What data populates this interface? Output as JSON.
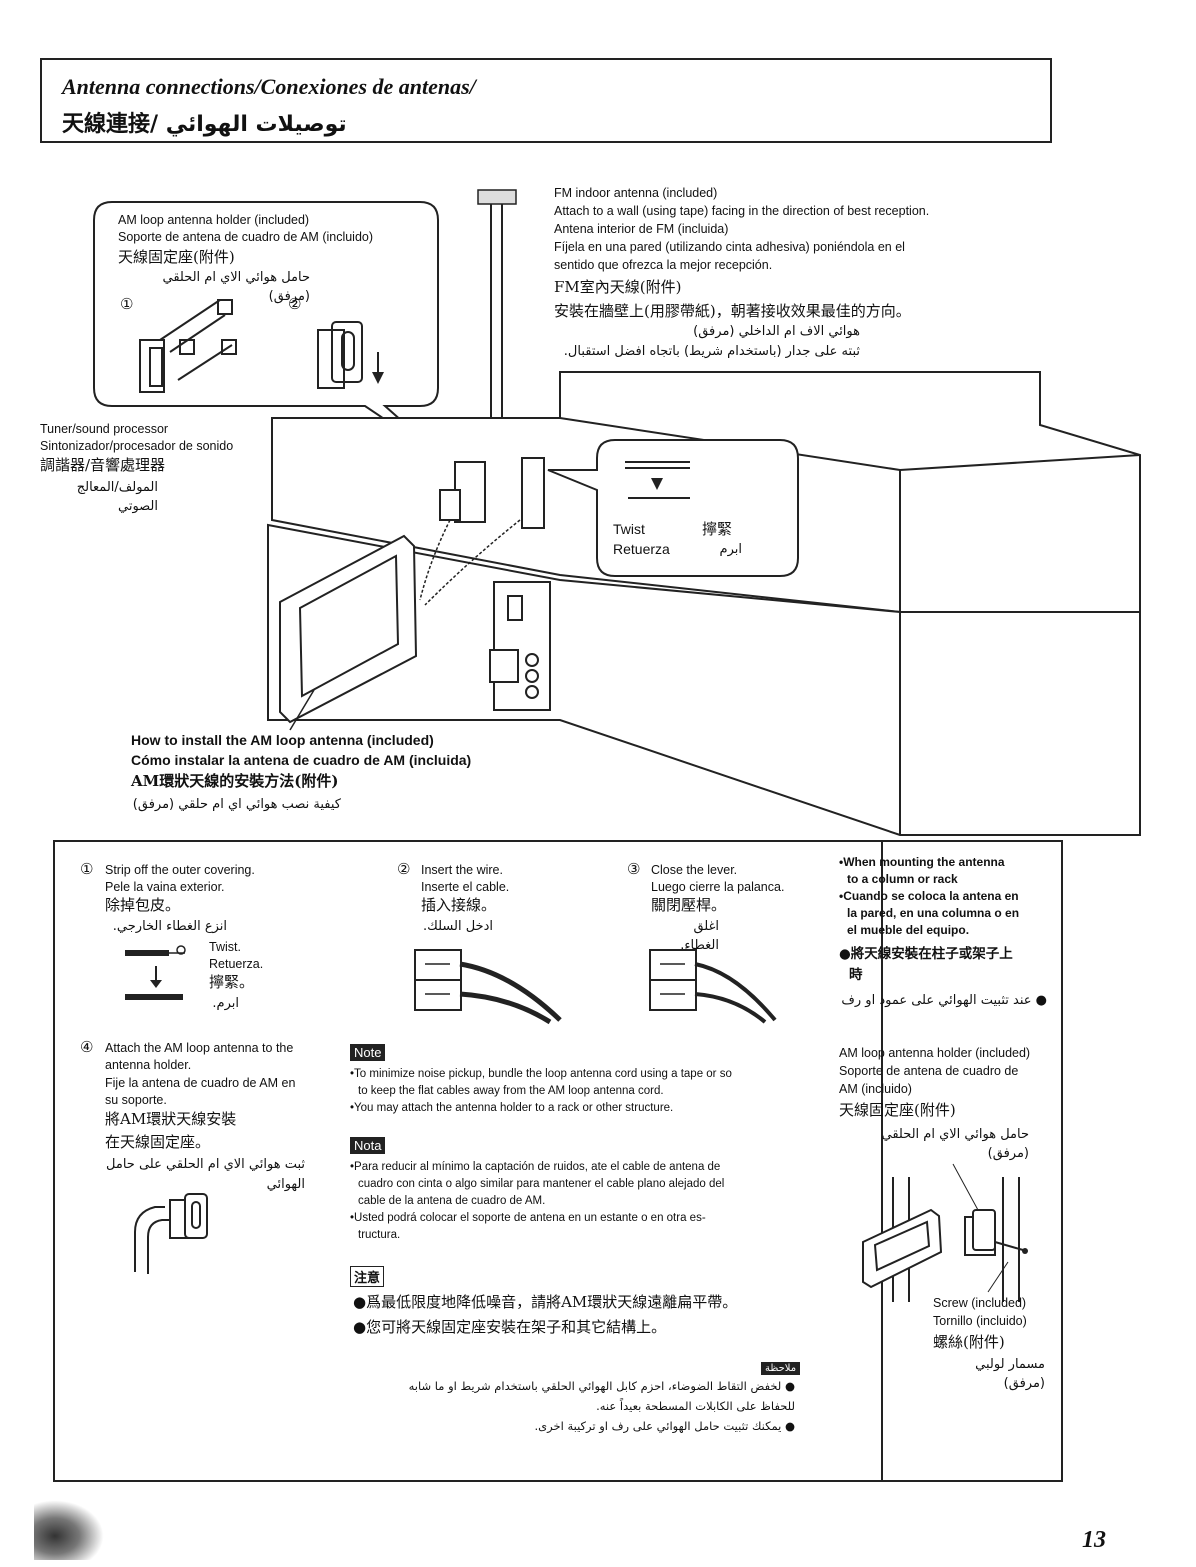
{
  "title": {
    "en": "Antenna connections/Conexiones de antenas/",
    "zh_ar": "天線連接/ توصيلات الهوائي"
  },
  "am_holder": {
    "en": "AM loop antenna holder (included)",
    "es": "Soporte de antena de cuadro de AM (incluido)",
    "zh": "天線固定座(附件)",
    "ar": "حامل هوائي الاي ام الحلقي (مرفق)",
    "step1": "①",
    "step2": "②"
  },
  "fm": {
    "en1": "FM indoor antenna (included)",
    "en2": "Attach to a wall (using tape) facing in the direction of best reception.",
    "es1": "Antena interior de FM (incluida)",
    "es2": "Fíjela en una pared (utilizando cinta adhesiva) poniéndola en el",
    "es3": "sentido que ofrezca la mejor recepción.",
    "zh1": "FM室內天線(附件)",
    "zh2": "安裝在牆壁上(用膠帶紙)，朝著接收效果最佳的方向。",
    "ar1": "هوائي الاف ام الداخلي (مرفق)",
    "ar2": "ثبته على جدار (باستخدام شريط) باتجاه افضل استقبال."
  },
  "tuner": {
    "en": "Tuner/sound processor",
    "es": "Sintonizador/procesador de sonido",
    "zh": "調諧器/音響處理器",
    "ar": "المولف/المعالج الصوتي"
  },
  "twist": {
    "en": "Twist",
    "zh": "擰緊",
    "es": "Retuerza",
    "ar": "ابرم"
  },
  "howto": {
    "en": "How to install the AM loop antenna (included)",
    "es": "Cómo instalar la antena de cuadro de AM (incluida)",
    "zh": "AM環狀天線的安裝方法(附件)",
    "ar": "كيفية نصب هوائي اي ام حلقي (مرفق)"
  },
  "steps": {
    "s1": {
      "num": "①",
      "en": "Strip off the outer covering.",
      "es": "Pele la vaina exterior.",
      "zh": "除掉包皮。",
      "ar": "انزع الغطاء الخارجي.",
      "twist_en": "Twist.",
      "twist_es": "Retuerza.",
      "twist_zh": "擰緊。",
      "twist_ar": "ابرم."
    },
    "s2": {
      "num": "②",
      "en": "Insert the wire.",
      "es": "Inserte el cable.",
      "zh": "插入接線。",
      "ar": "ادخل السلك."
    },
    "s3": {
      "num": "③",
      "en": "Close the lever.",
      "es": "Luego cierre la palanca.",
      "zh": "關閉壓桿。",
      "ar": "اغلق الغطاء."
    },
    "s4": {
      "num": "④",
      "en1": "Attach the AM loop antenna to the",
      "en2": "antenna holder.",
      "es1": "Fije la antena de cuadro de AM en",
      "es2": "su soporte.",
      "zh1": "將AM環狀天線安裝",
      "zh2": "在天線固定座。",
      "ar1": "ثبت هوائي الاي ام الحلقي على حامل",
      "ar2": "الهوائي"
    }
  },
  "mount": {
    "en1": "•When mounting the antenna",
    "en2": "to a column or rack",
    "es1": "•Cuando se coloca la antena en",
    "es2": "la pared, en una columna o en",
    "es3": "el mueble del equipo.",
    "zh1": "●將天線安裝在柱子或架子上",
    "zh2": "時",
    "ar": "● عند تثبيت الهوائي على عمود او رف",
    "holder_en": "AM loop antenna holder (included)",
    "holder_es1": "Soporte de antena de cuadro de",
    "holder_es2": "AM (incluido)",
    "holder_zh": "天線固定座(附件)",
    "holder_ar": "حامل هوائي الاي ام الحلقي (مرفق)",
    "screw_en": "Screw (included)",
    "screw_es": "Tornillo (incluido)",
    "screw_zh": "螺絲(附件)",
    "screw_ar": "مسمار لولبي (مرفق)"
  },
  "note": {
    "label": "Note",
    "b1a": "•To minimize noise pickup, bundle the loop antenna cord using a tape or so",
    "b1b": "to keep the flat cables away from the AM loop antenna cord.",
    "b2": "•You may attach the antenna holder to a rack or other structure."
  },
  "nota": {
    "label": "Nota",
    "b1a": "•Para reducir al mínimo la captación de ruidos, ate el cable de antena de",
    "b1b": "cuadro con cinta o algo similar para mantener el cable plano alejado del",
    "b1c": "cable de la antena de cuadro de AM.",
    "b2a": "•Usted podrá colocar el soporte de antena en un estante o en otra es-",
    "b2b": "tructura."
  },
  "zh_note": {
    "label": "注意",
    "b1": "●爲最低限度地降低噪音，請將AM環狀天線遠離扁平帶。",
    "b2": "●您可將天線固定座安裝在架子和其它結構上。"
  },
  "ar_note": {
    "label": "ملاحظة",
    "b1a": "● لخفض التقاط الضوضاء، احزم كابل الهوائي الحلقي باستخدام شريط او ما شابه",
    "b1b": "للحفاظ على الكابلات المسطحة بعيداً عنه.",
    "b2": "● يمكنك تثبيت حامل الهوائي على رف او تركيبة اخرى."
  },
  "page_number": "13"
}
